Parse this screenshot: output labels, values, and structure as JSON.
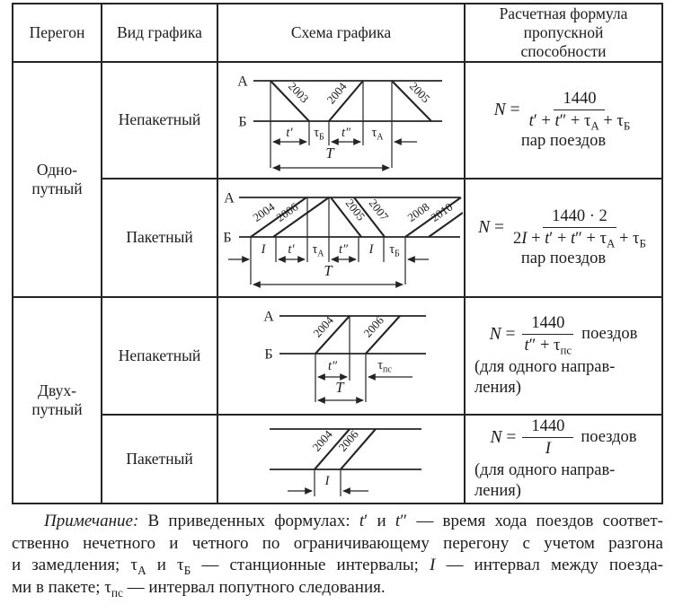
{
  "table": {
    "headers": {
      "peregon": "Перегон",
      "vid": "Вид графика",
      "schema": "Схема графика",
      "formula_html": "Расчетная формула<br>пропускной<br>способности"
    },
    "row_groups": {
      "single_html": "Одно-<br>путный",
      "double_html": "Двух-<br>путный"
    },
    "vid_labels": {
      "nonpacket": "Непакетный",
      "packet": "Пакетный"
    }
  },
  "sym": {
    "A": "А",
    "B": "Б",
    "T": "T",
    "I": "I",
    "t1": "t′",
    "t2": "t″",
    "tau": "τ",
    "subA": "А",
    "subB": "Б",
    "subPS": "пс"
  },
  "diagrams": {
    "d1": {
      "trains": [
        "2003",
        "2004",
        "2005"
      ]
    },
    "d2": {
      "trains": [
        "2004",
        "2006",
        "2005",
        "2007",
        "2008",
        "2010"
      ]
    },
    "d3": {
      "trains": [
        "2004",
        "2006"
      ]
    },
    "d4": {
      "trains": [
        "2004",
        "2006"
      ]
    }
  },
  "formulas": {
    "f1": {
      "lhs_html": "<i>N</i> =",
      "num_html": "1440",
      "den_html": "<i>t</i>′ + <i>t</i>″ + τ<sub>А</sub> + τ<sub>Б</sub>",
      "below_html": "пар поездов"
    },
    "f2": {
      "lhs_html": "<i>N</i> =",
      "num_html": "1440 · 2",
      "den_html": "2<i>I</i> + <i>t</i>′ + <i>t</i>″ + τ<sub>А</sub> + τ<sub>Б</sub>",
      "below_html": "пар поездов"
    },
    "f3": {
      "lhs_html": "<i>N</i> =",
      "num_html": "1440",
      "den_html": "<i>t</i>″ + τ<sub>пс</sub>",
      "right_word": "поездов",
      "below_html": "(для одного направ-<br>ления)"
    },
    "f4": {
      "lhs_html": "<i>N</i> =",
      "num_html": "1440",
      "den_html": "<i>I</i>",
      "right_word": "поездов",
      "below_html": "(для одного направ-<br>ления)"
    }
  },
  "footnote": {
    "line1_html": "<i>Примечание:</i> В приведенных формулах: <i>t</i>′ и <i>t</i>″ — время хода поездов соответ-",
    "line2_html": "ственно нечетного и четного по ограничивающему перегону с учетом разгона",
    "line3_html": "и замедления; τ<sub>А</sub> и τ<sub>Б</sub> — станционные интервалы; <i>I</i> — интервал между поезда-",
    "line4_html": "ми в пакете; τ<sub>пс</sub> — интервал попутного следования."
  }
}
